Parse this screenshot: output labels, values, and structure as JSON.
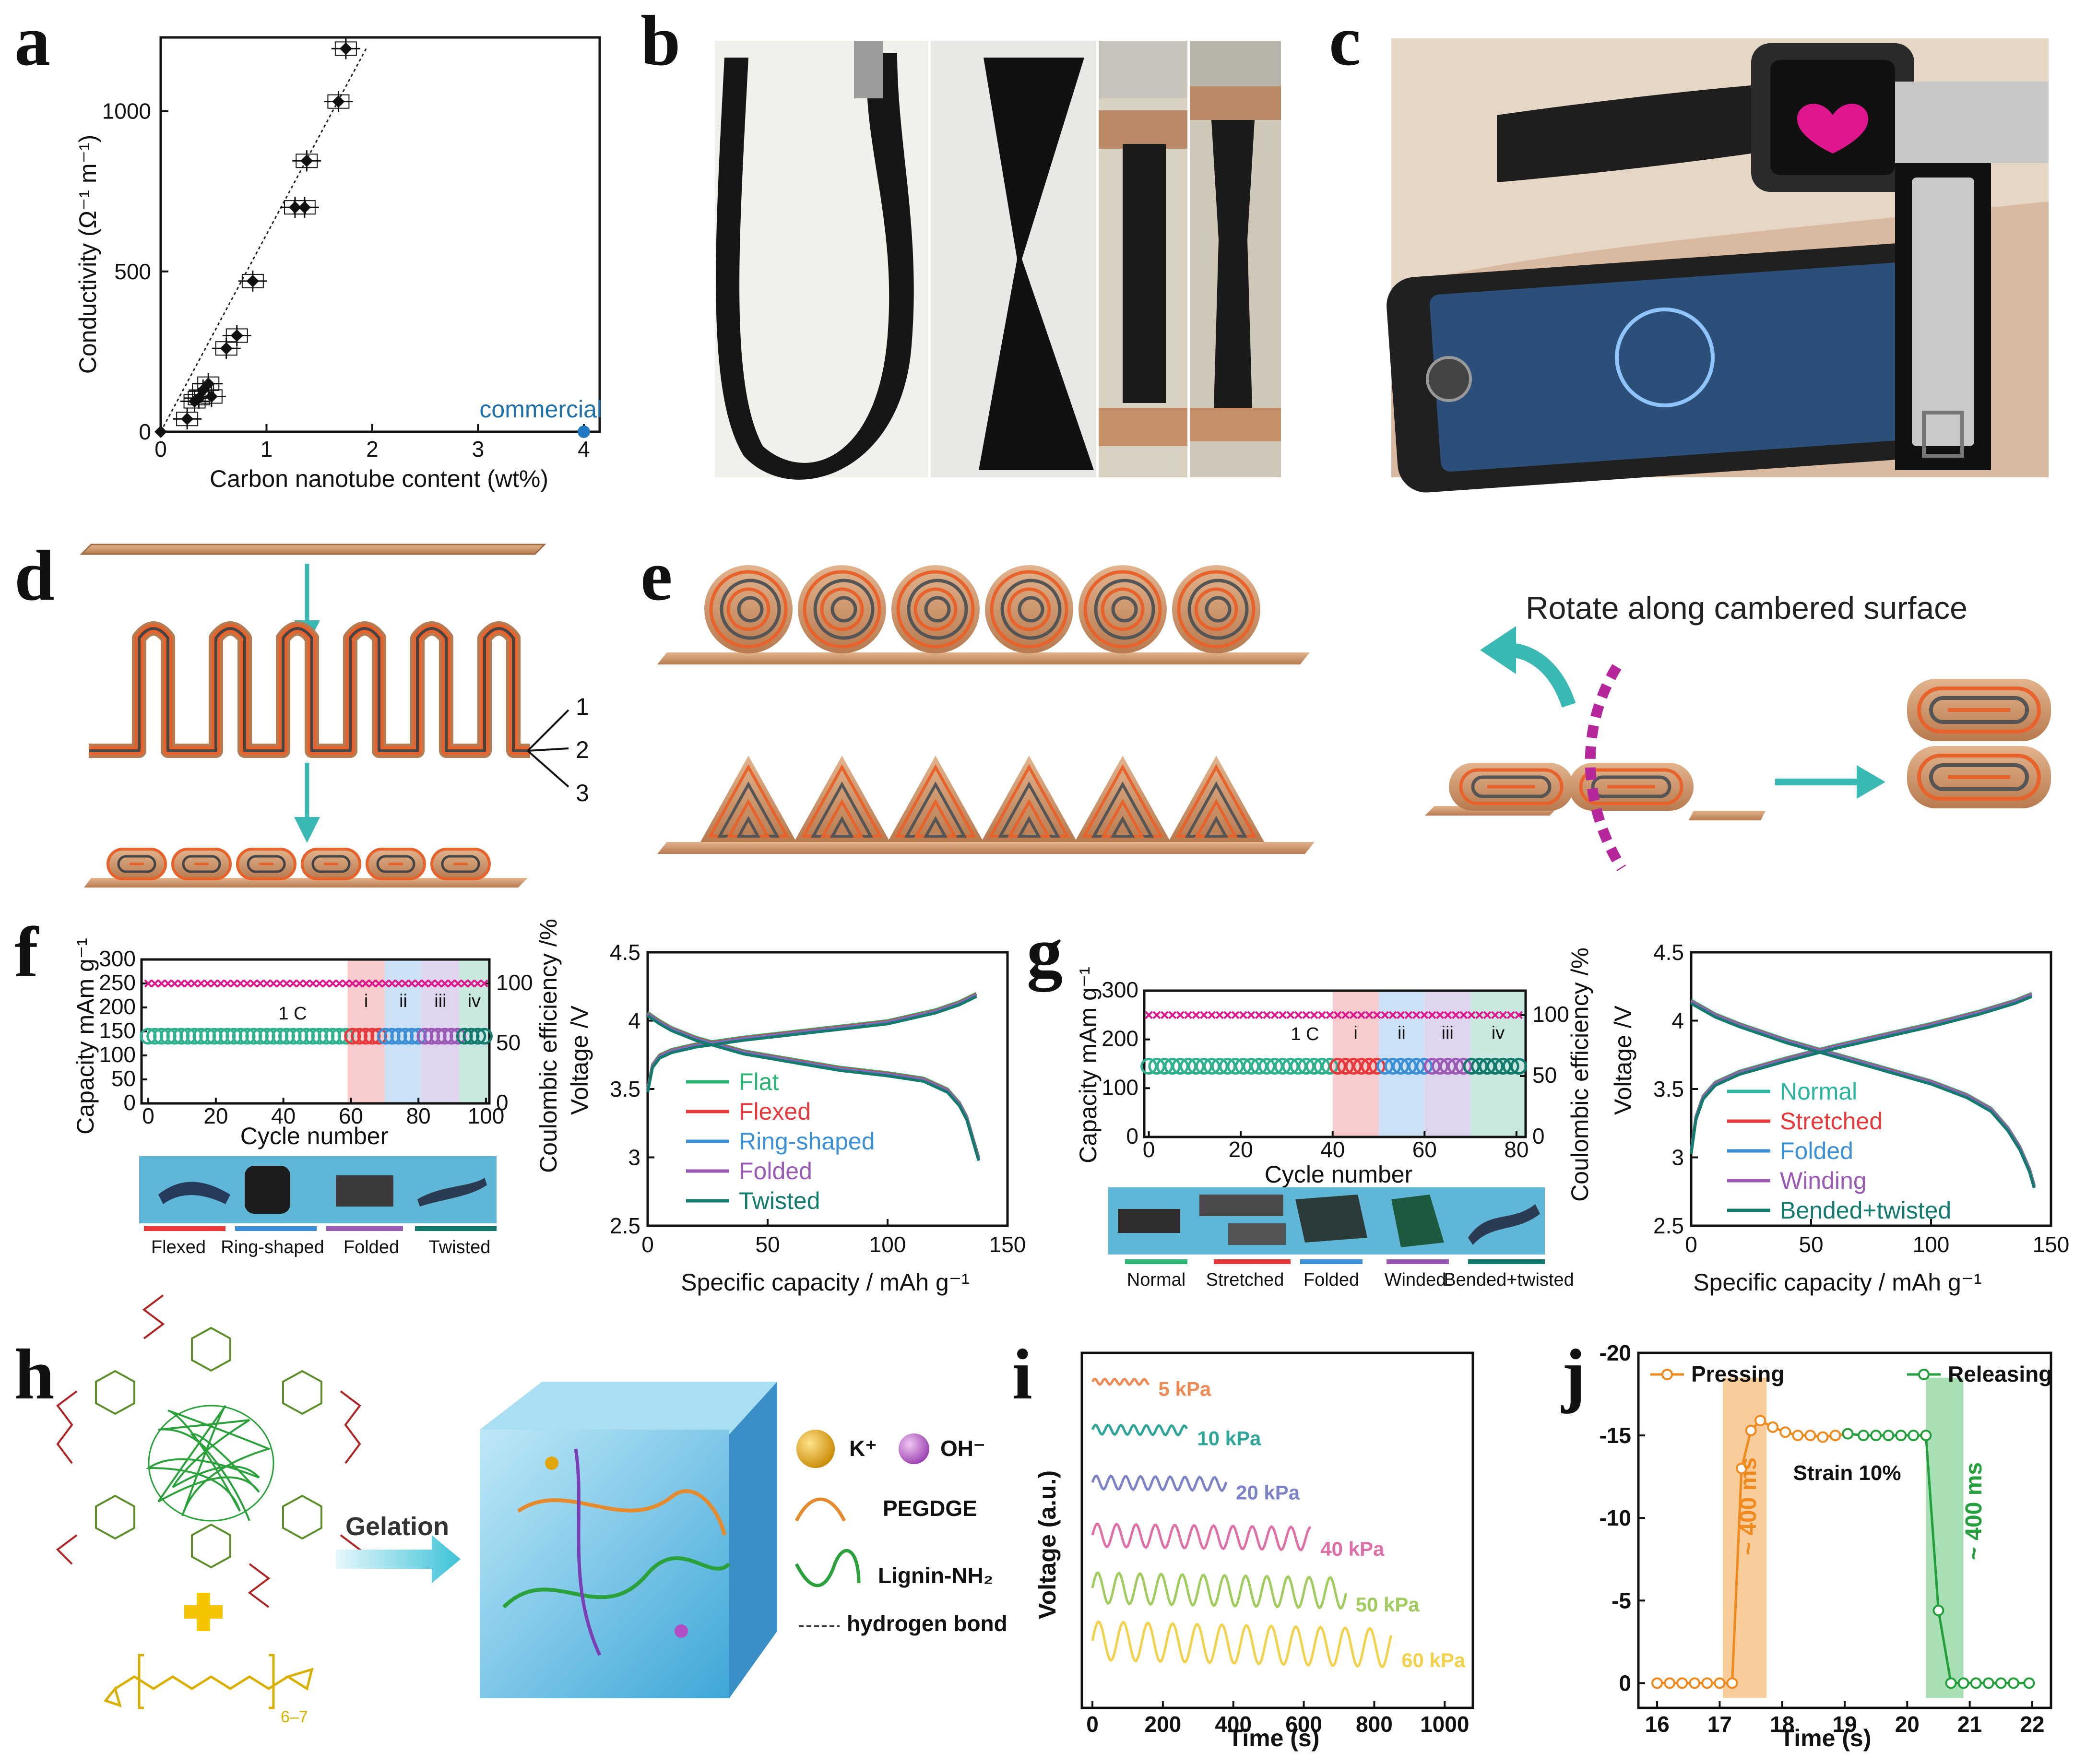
{
  "panel_labels": [
    "a",
    "b",
    "c",
    "d",
    "e",
    "f",
    "g",
    "h",
    "i",
    "j"
  ],
  "colors": {
    "copper": "#c98b5e",
    "orange": "#e8622c",
    "teal": "#3ab9b4",
    "flat": "#2bb573",
    "flexed": "#e8383b",
    "ring": "#3b8fd6",
    "folded": "#9b59b6",
    "twisted": "#137a6e",
    "pressing": "#f08a1f",
    "releasing": "#23a03c",
    "magenta": "#e0168f"
  },
  "panel_d": {
    "layer_labels": [
      "1",
      "2",
      "3"
    ]
  },
  "panel_e": {
    "annotation": "Rotate along cambered surface"
  },
  "panel_f": {
    "rate_label": "1 C",
    "segment_labels": [
      "i",
      "ii",
      "iii",
      "iv"
    ],
    "photo_labels": [
      "Flexed",
      "Ring-shaped",
      "Folded",
      "Twisted"
    ]
  },
  "panel_g": {
    "rate_label": "1 C",
    "segment_labels": [
      "i",
      "ii",
      "iii",
      "iv"
    ],
    "photo_labels": [
      "Normal",
      "Stretched",
      "Folded",
      "Winded",
      "Bended+twisted"
    ]
  },
  "panel_h": {
    "gelation_label": "Gelation",
    "legend": [
      "K⁺",
      "OH⁻",
      "PEGDGE",
      "Lignin-NH₂",
      "hydrogen bond"
    ],
    "repeat_label": "6–7"
  },
  "chart_data": [
    {
      "id": "a",
      "type": "scatter",
      "xlabel": "Carbon nanotube content (wt%)",
      "ylabel": "Conductivity (Ω⁻¹ m⁻¹)",
      "xlim": [
        0,
        4.15
      ],
      "ylim": [
        0,
        1230
      ],
      "xticks": [
        0,
        1,
        2,
        3,
        4
      ],
      "yticks": [
        0,
        500,
        1000
      ],
      "series": [
        {
          "x": [
            0,
            0.25,
            0.32,
            0.36,
            0.4,
            0.45,
            0.48,
            0.62,
            0.72,
            0.87,
            1.27,
            1.36,
            1.38,
            1.68,
            1.75
          ],
          "y": [
            0,
            40,
            95,
            105,
            130,
            150,
            110,
            260,
            300,
            470,
            700,
            700,
            845,
            1030,
            1195
          ]
        },
        {
          "name": "commercial",
          "x": [
            4.0
          ],
          "y": [
            0
          ]
        }
      ],
      "fit_line": {
        "x": [
          0,
          1.95
        ],
        "y": [
          -50,
          1200
        ]
      },
      "annotation": "commercial"
    },
    {
      "id": "f_cycling",
      "type": "scatter",
      "xlabel": "Cycle number",
      "ylabel_left": "Capacity mAm g⁻¹",
      "ylabel_right": "Coulombic efficiency /%",
      "xlim": [
        -2,
        101
      ],
      "ylim_left": [
        0,
        300
      ],
      "ylim_right": [
        0,
        120
      ],
      "xticks": [
        0,
        20,
        40,
        60,
        80,
        100
      ],
      "yticks_left": [
        0,
        50,
        100,
        150,
        200,
        250,
        300
      ],
      "yticks_right": [
        0,
        50,
        100
      ],
      "capacity_value": 140,
      "efficiency_value": 100,
      "segments": [
        [
          59,
          70
        ],
        [
          70,
          81
        ],
        [
          81,
          92
        ],
        [
          92,
          101
        ]
      ]
    },
    {
      "id": "f_voltage",
      "type": "line",
      "xlabel": "Specific capacity / mAh g⁻¹",
      "ylabel": "Voltage /V",
      "xlim": [
        0,
        150
      ],
      "ylim": [
        2.5,
        4.5
      ],
      "xticks": [
        0,
        50,
        100,
        150
      ],
      "yticks": [
        2.5,
        3,
        3.5,
        4,
        4.5
      ],
      "series": [
        {
          "name": "Flat"
        },
        {
          "name": "Flexed"
        },
        {
          "name": "Ring-shaped"
        },
        {
          "name": "Folded"
        },
        {
          "name": "Twisted"
        }
      ],
      "charge": {
        "x": [
          0,
          2,
          5,
          10,
          20,
          40,
          60,
          80,
          100,
          120,
          130,
          137
        ],
        "y": [
          3.5,
          3.68,
          3.75,
          3.79,
          3.83,
          3.88,
          3.92,
          3.96,
          4.0,
          4.08,
          4.14,
          4.2
        ]
      },
      "discharge": {
        "x": [
          0,
          5,
          10,
          20,
          40,
          60,
          80,
          100,
          115,
          125,
          130,
          133,
          136,
          138
        ],
        "y": [
          4.06,
          4.0,
          3.95,
          3.88,
          3.78,
          3.72,
          3.66,
          3.62,
          3.58,
          3.5,
          3.4,
          3.3,
          3.12,
          3.0
        ]
      }
    },
    {
      "id": "g_cycling",
      "type": "scatter",
      "xlabel": "Cycle number",
      "ylabel_left": "Capacity mAm g⁻¹",
      "ylabel_right": "Coulombic efficiency /%",
      "xlim": [
        -1,
        82
      ],
      "ylim_left": [
        0,
        300
      ],
      "ylim_right": [
        0,
        120
      ],
      "xticks": [
        0,
        20,
        40,
        60,
        80
      ],
      "yticks_left": [
        0,
        100,
        200,
        300
      ],
      "yticks_right": [
        0,
        50,
        100
      ],
      "capacity_value": 145,
      "efficiency_value": 100,
      "segments": [
        [
          40,
          50
        ],
        [
          50,
          60
        ],
        [
          60,
          70
        ],
        [
          70,
          82
        ]
      ]
    },
    {
      "id": "g_voltage",
      "type": "line",
      "xlabel": "Specific capacity / mAh g⁻¹",
      "ylabel": "Voltage /V",
      "xlim": [
        0,
        150
      ],
      "ylim": [
        2.5,
        4.5
      ],
      "xticks": [
        0,
        50,
        100,
        150
      ],
      "yticks": [
        2.5,
        3,
        3.5,
        4,
        4.5
      ],
      "series": [
        {
          "name": "Normal"
        },
        {
          "name": "Stretched"
        },
        {
          "name": "Folded"
        },
        {
          "name": "Winding"
        },
        {
          "name": "Bended+twisted"
        }
      ],
      "charge": {
        "x": [
          0,
          2,
          5,
          10,
          20,
          40,
          60,
          80,
          100,
          120,
          135,
          142
        ],
        "y": [
          3.05,
          3.3,
          3.45,
          3.55,
          3.63,
          3.73,
          3.82,
          3.9,
          3.98,
          4.07,
          4.15,
          4.2
        ]
      },
      "discharge": {
        "x": [
          0,
          5,
          10,
          20,
          40,
          60,
          80,
          100,
          115,
          125,
          132,
          137,
          141,
          143
        ],
        "y": [
          4.15,
          4.1,
          4.05,
          3.98,
          3.86,
          3.76,
          3.66,
          3.56,
          3.46,
          3.36,
          3.22,
          3.08,
          2.92,
          2.8
        ]
      }
    },
    {
      "id": "i",
      "type": "line",
      "xlabel": "Time (s)",
      "ylabel": "Voltage (a.u.)",
      "xlim": [
        -30,
        1080
      ],
      "xticks": [
        0,
        200,
        400,
        600,
        800,
        1000
      ],
      "series": [
        {
          "name": "5 kPa",
          "end": 160,
          "amp": 0.15,
          "period": 28
        },
        {
          "name": "10 kPa",
          "end": 270,
          "amp": 0.25,
          "period": 36
        },
        {
          "name": "20 kPa",
          "end": 380,
          "amp": 0.35,
          "period": 42
        },
        {
          "name": "40 kPa",
          "end": 620,
          "amp": 0.6,
          "period": 55
        },
        {
          "name": "50 kPa",
          "end": 720,
          "amp": 0.8,
          "period": 60
        },
        {
          "name": "60 kPa",
          "end": 850,
          "amp": 1.0,
          "period": 70
        }
      ],
      "colors": [
        "#f08a55",
        "#2fa59a",
        "#7b82c8",
        "#e06fa8",
        "#9fcc5c",
        "#f3d14a"
      ]
    },
    {
      "id": "j",
      "type": "line",
      "xlabel": "Time (s)",
      "ylabel": "",
      "xlim": [
        15.7,
        22.3
      ],
      "ylim": [
        -20,
        1.5
      ],
      "xticks": [
        16,
        17,
        18,
        19,
        20,
        21,
        22
      ],
      "yticks": [
        -20,
        -15,
        -10,
        -5,
        0
      ],
      "series": [
        {
          "name": "Pressing",
          "x": [
            16,
            16.2,
            16.4,
            16.6,
            16.8,
            17.0,
            17.2,
            17.35,
            17.5,
            17.65,
            17.85,
            18.05,
            18.25,
            18.45,
            18.65,
            18.85,
            19.05
          ],
          "y": [
            0,
            0,
            0,
            0,
            0,
            0,
            0,
            -13,
            -15.3,
            -15.9,
            -15.5,
            -15.2,
            -15.0,
            -15.0,
            -14.9,
            -15.0,
            -15.1
          ]
        },
        {
          "name": "Releasing",
          "x": [
            19.05,
            19.3,
            19.5,
            19.7,
            19.9,
            20.1,
            20.3,
            20.5,
            20.7,
            20.9,
            21.1,
            21.3,
            21.5,
            21.7,
            21.95
          ],
          "y": [
            -15.1,
            -15,
            -15,
            -15,
            -15,
            -15,
            -15,
            -4.4,
            0,
            0,
            0,
            0,
            0,
            0,
            0
          ]
        }
      ],
      "annotations": [
        "~ 400 ms",
        "Strain 10%",
        "~ 400 ms"
      ],
      "bands": [
        [
          17.05,
          17.75
        ],
        [
          20.3,
          20.9
        ]
      ]
    }
  ]
}
